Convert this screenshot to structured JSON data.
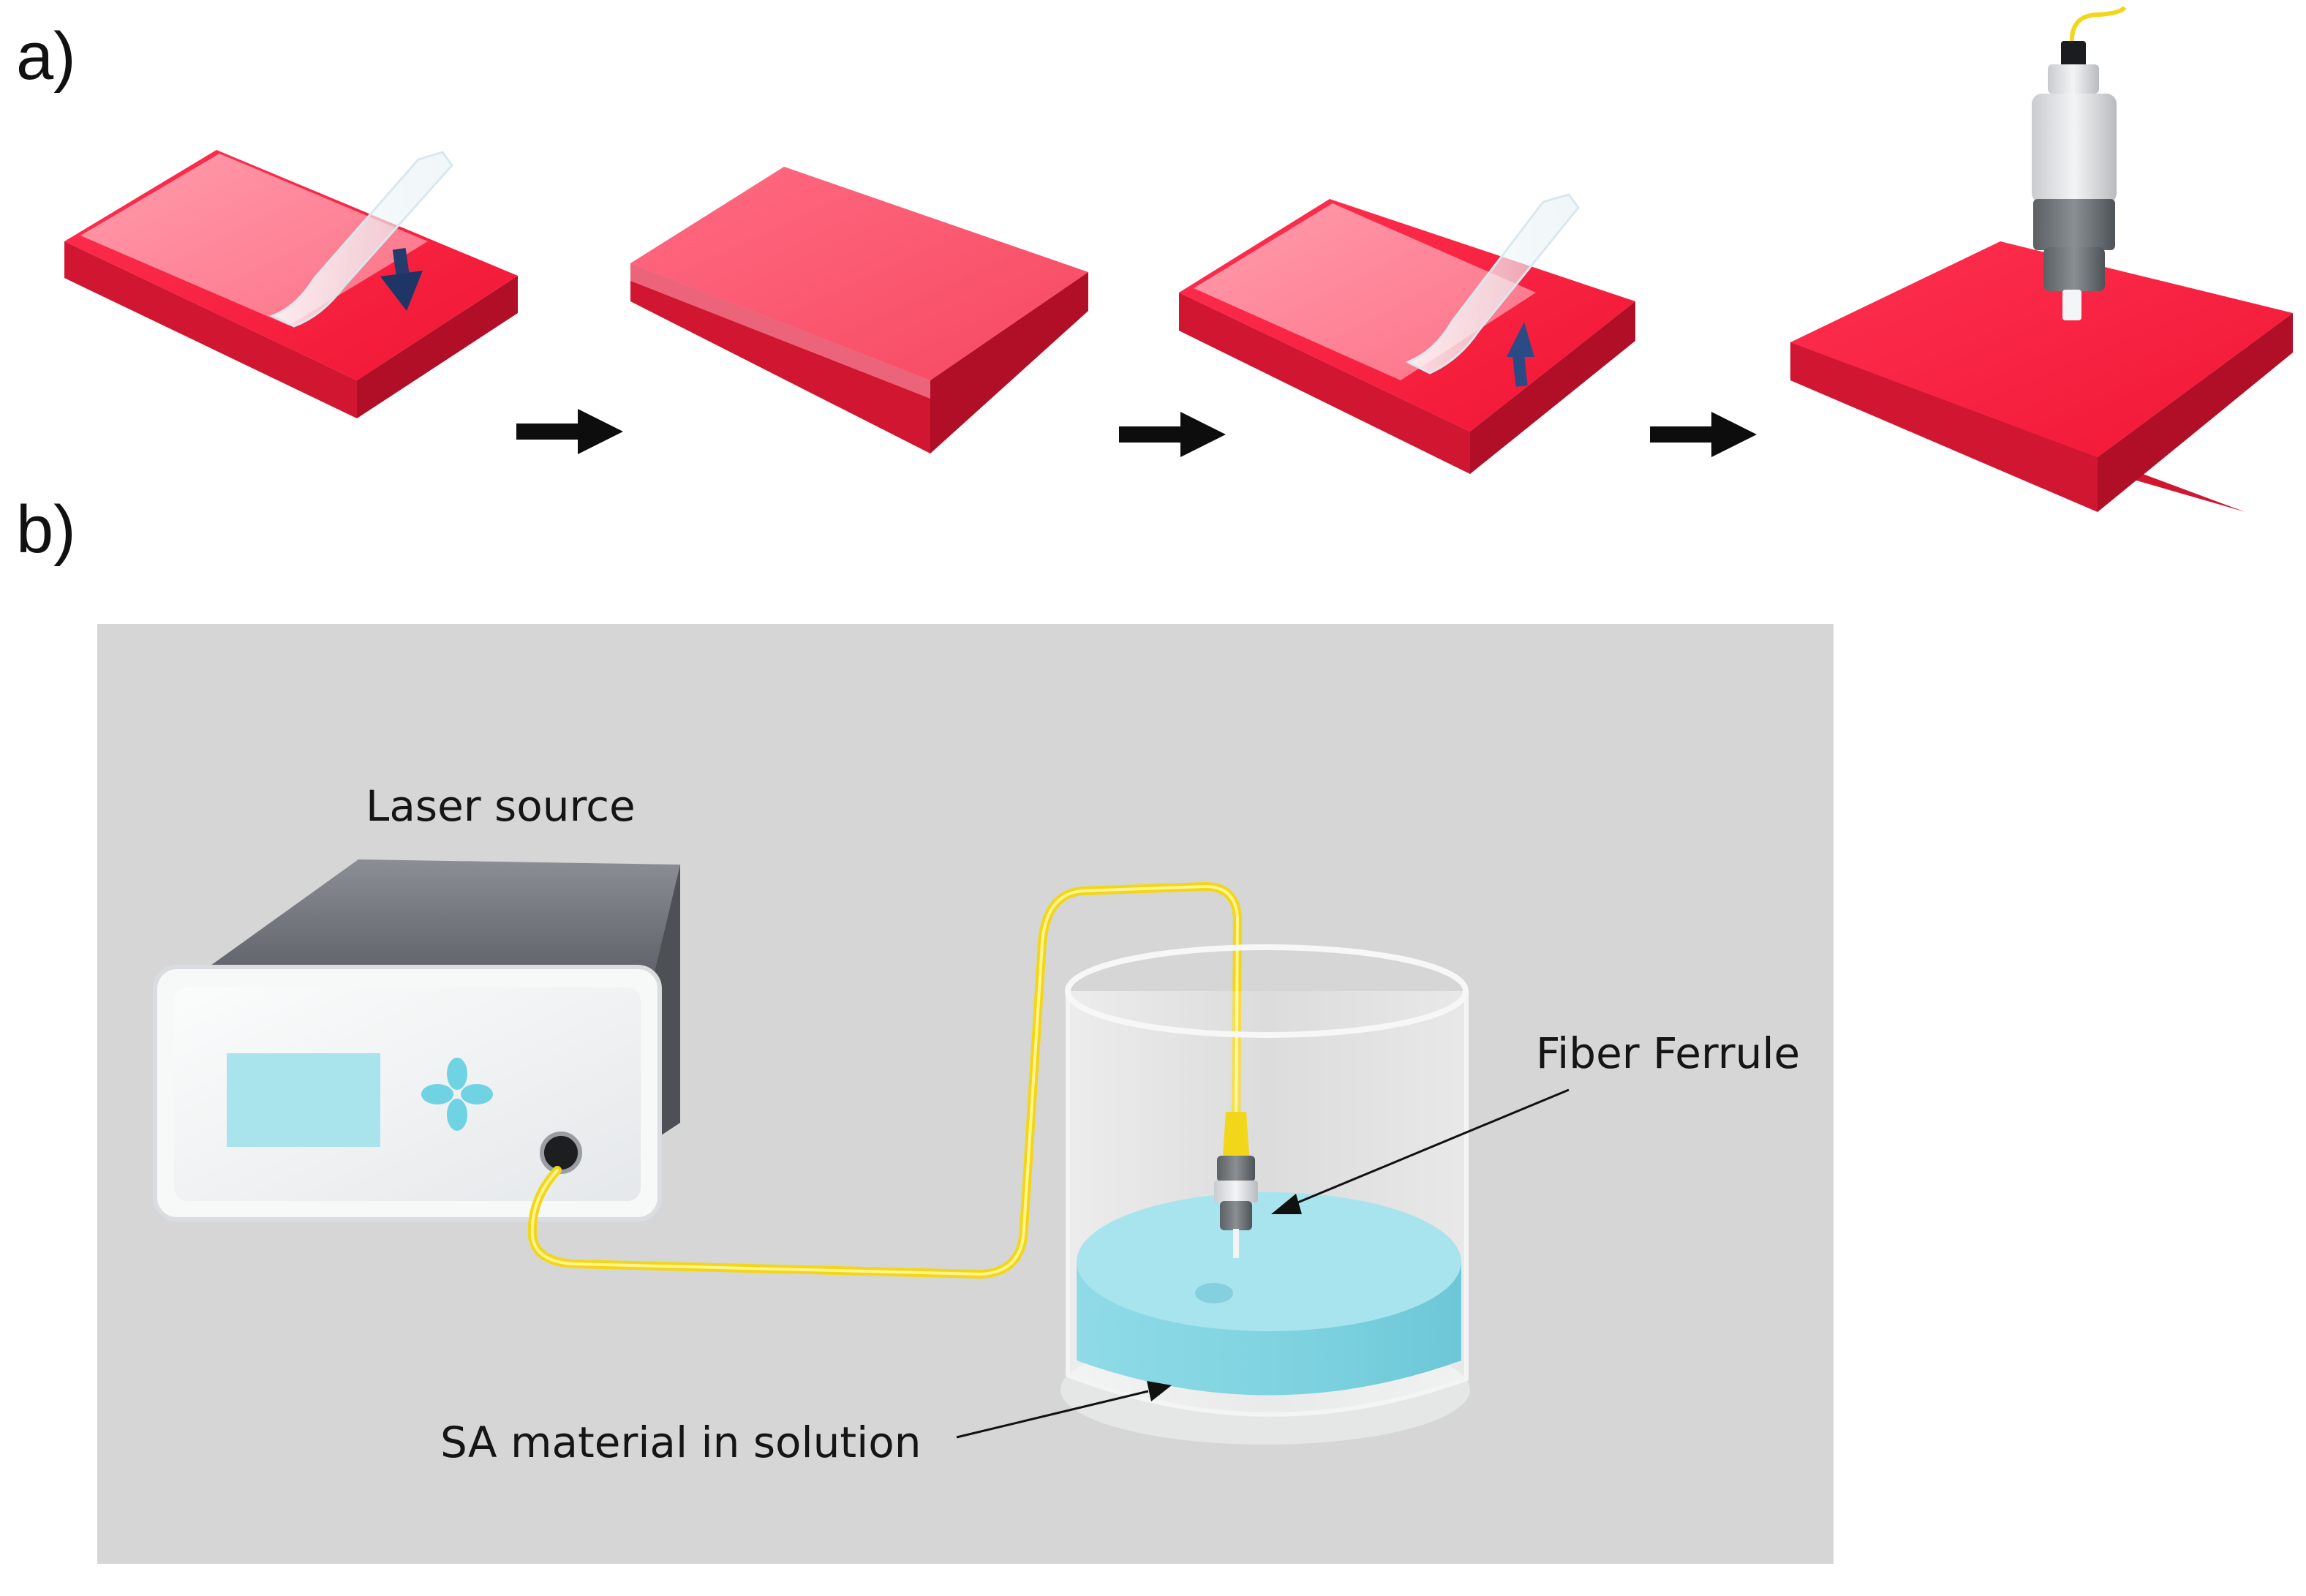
{
  "panel_a": {
    "label": "a)"
  },
  "panel_b": {
    "label": "b)",
    "laser_label": "Laser source",
    "ferrule_label": "Fiber Ferrule",
    "solution_label": "SA material in solution"
  },
  "colors": {
    "slab_top": "#f81f3e",
    "slab_front": "#cf1530",
    "slab_side": "#b50f27",
    "film": "#f88a9a",
    "background_b": "#d6d6d6",
    "fiber": "#f2d61a",
    "liquid": "#87d9e6",
    "panel_face": "#f1f3f4"
  },
  "icons": {
    "arrow_down": "dip-down-arrow-icon",
    "arrow_up": "withdraw-up-arrow-icon",
    "step_arrow": "right-arrow-icon"
  }
}
